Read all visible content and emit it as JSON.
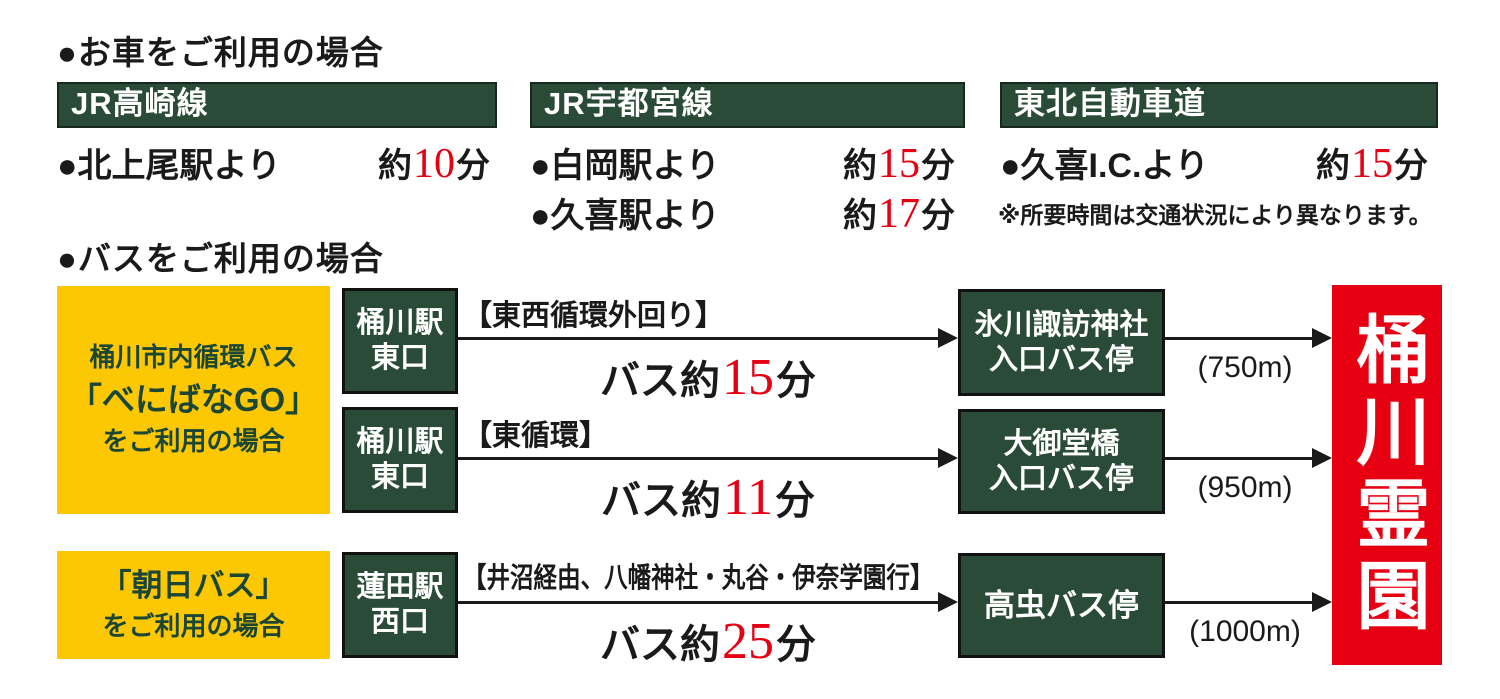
{
  "colors": {
    "header_green": "#2b4b39",
    "operator_yellow": "#fcc803",
    "destination_red": "#e60012",
    "minutes_red": "#e60012",
    "operator_text_green": "#1c4634",
    "text_black": "#1a1a1a"
  },
  "units": {
    "approx": "約",
    "minute": "分",
    "bus_approx": "バス約"
  },
  "car": {
    "title": "●お車をご利用の場合",
    "note": "※所要時間は交通状況により異なります。",
    "columns": [
      {
        "line": "JR高崎線",
        "routes": [
          {
            "station": "●北上尾駅より",
            "minutes": "10"
          }
        ]
      },
      {
        "line": "JR宇都宮線",
        "routes": [
          {
            "station": "●白岡駅より",
            "minutes": "15"
          },
          {
            "station": "●久喜駅より",
            "minutes": "17"
          }
        ]
      },
      {
        "line": "東北自動車道",
        "routes": [
          {
            "station": "●久喜I.C.より",
            "minutes": "15"
          }
        ]
      }
    ]
  },
  "bus": {
    "title": "●バスをご利用の場合",
    "operators": [
      {
        "lines": [
          "桶川市内循環バス",
          "「べにばなGO」",
          "をご利用の場合"
        ]
      },
      {
        "lines": [
          "「朝日バス」",
          "をご利用の場合"
        ]
      }
    ],
    "routes": [
      {
        "station_lines": [
          "桶川駅",
          "東口"
        ],
        "route_name": "【東西循環外回り】",
        "minutes": "15",
        "stop_lines": [
          "氷川諏訪神社",
          "入口バス停"
        ],
        "distance": "(750m)"
      },
      {
        "station_lines": [
          "桶川駅",
          "東口"
        ],
        "route_name": "【東循環】",
        "minutes": "11",
        "stop_lines": [
          "大御堂橋",
          "入口バス停"
        ],
        "distance": "(950m)"
      },
      {
        "station_lines": [
          "蓮田駅",
          "西口"
        ],
        "route_name": "【井沼経由、八幡神社・丸谷・伊奈学園行】",
        "minutes": "25",
        "stop_lines": [
          "高虫バス停"
        ],
        "distance": "(1000m)"
      }
    ],
    "destination": "桶川霊園"
  }
}
